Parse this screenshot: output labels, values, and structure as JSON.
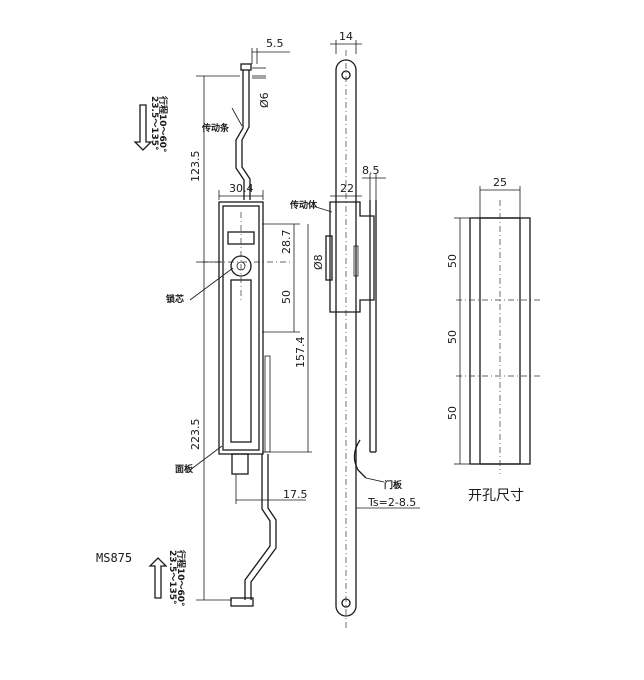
{
  "dims": {
    "d_5_5": "5.5",
    "d_phi6": "Ø6",
    "d_123_5": "123.5",
    "d_30_4": "30.4",
    "d_28_7": "28.7",
    "d_50_front": "50",
    "d_157_4": "157.4",
    "d_223_5": "223.5",
    "d_17_5": "17.5",
    "d_14": "14",
    "d_22": "22",
    "d_8_5": "8.5",
    "d_phi8": "Ø8",
    "d_ts": "Ts=2-8.5",
    "d_25": "25",
    "d_50_a": "50",
    "d_50_b": "50",
    "d_50_c": "50"
  },
  "labels": {
    "stroke_top": "行程10～60°",
    "angle_top": "23.5～135°",
    "drive_bar": "传动条",
    "lock_core": "锁芯",
    "panel": "面板",
    "drive_body": "传动体",
    "door_panel": "门板",
    "model": "MS875",
    "stroke_bottom": "行程10～60°",
    "angle_bottom": "23.5～135°",
    "cutout": "开孔尺寸"
  }
}
